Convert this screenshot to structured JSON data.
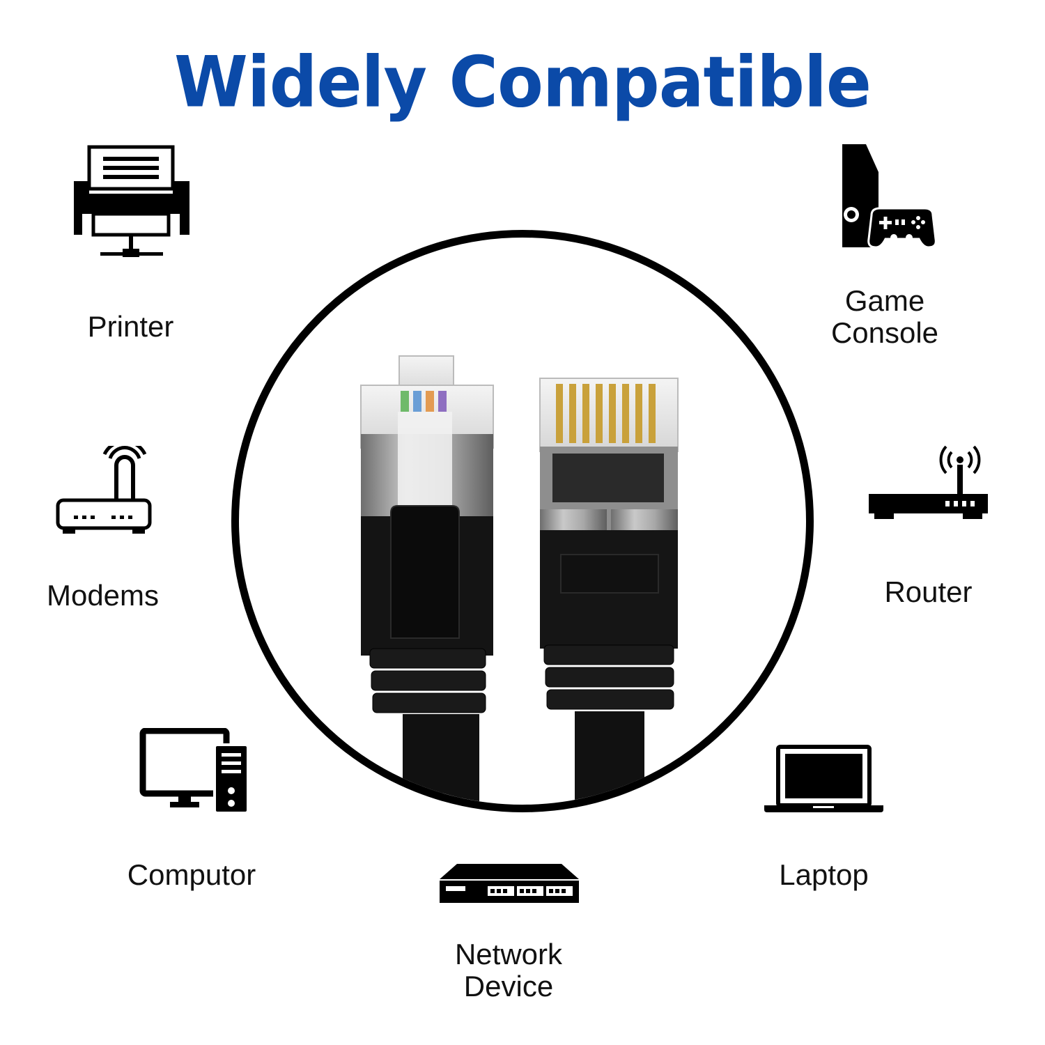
{
  "title": "Widely Compatible",
  "colors": {
    "title": "#0b4aa8",
    "icon": "#000000",
    "cable": "#111111",
    "shield": "#9a9a9a"
  },
  "devices": {
    "printer": {
      "label": "Printer",
      "icon": "printer-icon"
    },
    "game_console": {
      "label_line1": "Game",
      "label_line2": "Console",
      "icon": "game-console-icon"
    },
    "modems": {
      "label": "Modems",
      "icon": "modem-icon"
    },
    "router": {
      "label": "Router",
      "icon": "router-icon"
    },
    "computor": {
      "label": "Computor",
      "icon": "computer-icon"
    },
    "laptop": {
      "label": "Laptop",
      "icon": "laptop-icon"
    },
    "network_device": {
      "label_line1": "Network",
      "label_line2": "Device",
      "icon": "network-switch-icon"
    }
  },
  "center_image": "rj45-connectors-image"
}
